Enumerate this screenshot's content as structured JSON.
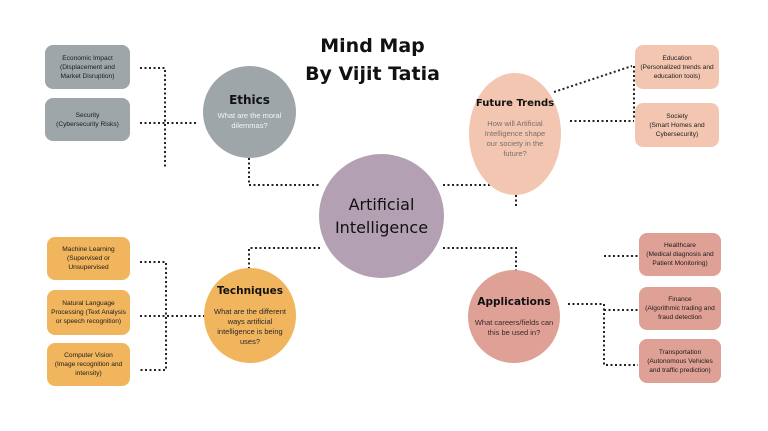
{
  "title": {
    "line1": "Mind Map",
    "line2": "By Vijit Tatia"
  },
  "center": {
    "label": "Artificial\nIntelligence",
    "color": "#b3a1b3"
  },
  "branches": {
    "ethics": {
      "title": "Ethics",
      "question": "What are the moral\ndilemmas?",
      "color": "#9ea6aa",
      "box_color": "#9ea6aa",
      "items": [
        "Economic Impact\n(Displacement and\nMarket Disruption)",
        "Security\n(Cybersecurity Risks)"
      ]
    },
    "future": {
      "title": "Future Trends",
      "question": "How will Artificial\nIntelligence shape\nour society in the\nfuture?",
      "color": "#f3c6b2",
      "box_color": "#f3c6b2",
      "items": [
        "Education\n(Personalized trends and\neducation tools)",
        "Society\n(Smart Homes and\nCybersecurity)"
      ]
    },
    "techniques": {
      "title": "Techniques",
      "question": "What are the different\nways artificial\nintelligence is being\nuses?",
      "color": "#f0b55d",
      "box_color": "#f0b55d",
      "items": [
        "Machine Learning\n(Supervised or\nUnsupervised",
        "Natural Language\nProcessing (Text Analysis\nor speech recognition)",
        "Computer Vision\n(Image recognition and\nintensity)"
      ]
    },
    "applications": {
      "title": "Applications",
      "question": "What careers/fields can\nthis be used in?",
      "color": "#dfa096",
      "box_color": "#dfa096",
      "items": [
        "Healthcare\n(Medical diagnosis and\nPatient Monitoring)",
        "Finance\n(Algorithmic trading and\nfraud detection",
        "Transportation\n(Autonomous Vehicles\nand traffic prediction)"
      ]
    }
  }
}
